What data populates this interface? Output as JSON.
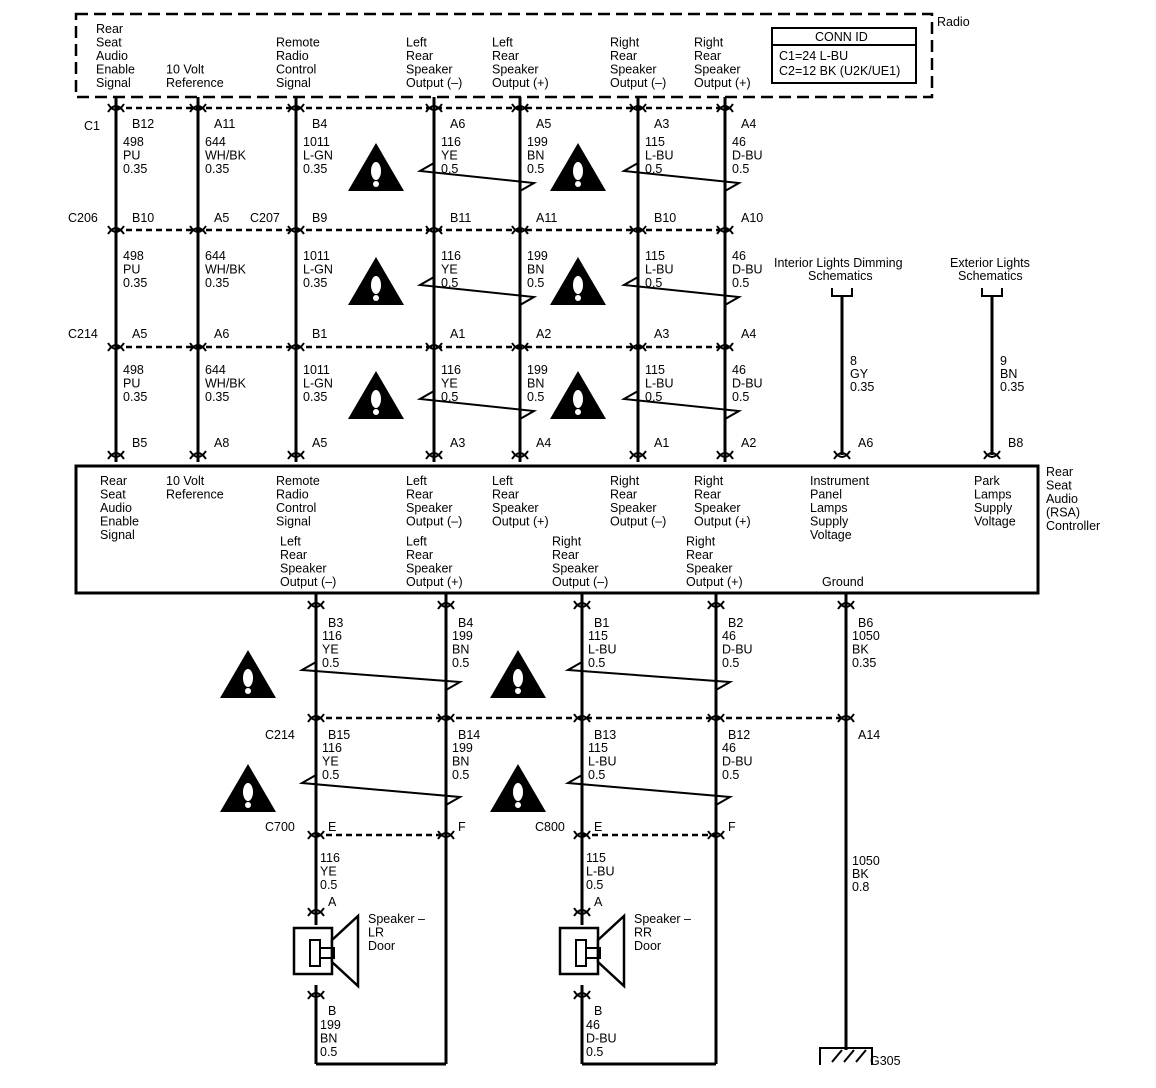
{
  "radio": {
    "name": "Radio",
    "conn_title": "CONN ID",
    "conn_c1": "C1=24 L-BU",
    "conn_c2": "C2=12 BK (U2K/UE1)",
    "labels": [
      [
        "Rear",
        "Seat",
        "Audio",
        "Enable",
        "Signal"
      ],
      [
        "10 Volt",
        "Reference"
      ],
      [
        "Remote",
        "Radio",
        "Control",
        "Signal"
      ],
      [
        "Left",
        "Rear",
        "Speaker",
        "Output (–)"
      ],
      [
        "Left",
        "Rear",
        "Speaker",
        "Output (+)"
      ],
      [
        "Right",
        "Rear",
        "Speaker",
        "Output (–)"
      ],
      [
        "Right",
        "Rear",
        "Speaker",
        "Output (+)"
      ]
    ]
  },
  "connectors": {
    "c1": "C1",
    "c206": "C206",
    "c207": "C207",
    "c214": "C214",
    "c214b": "C214",
    "c700": "C700",
    "c800": "C800"
  },
  "upper_pins": {
    "radio": [
      "B12",
      "A11",
      "B4",
      "A6",
      "A5",
      "A3",
      "A4"
    ],
    "c206": [
      "B10",
      "A5",
      "B9",
      "B11",
      "A11",
      "B10",
      "A10"
    ],
    "c214": [
      "A5",
      "A6",
      "B1",
      "A1",
      "A2",
      "A3",
      "A4"
    ],
    "rsa": [
      "B5",
      "A8",
      "A5",
      "A3",
      "A4",
      "A1",
      "A2",
      "A6",
      "B8"
    ]
  },
  "wires": [
    [
      "498",
      "PU",
      "0.35"
    ],
    [
      "644",
      "WH/BK",
      "0.35"
    ],
    [
      "1011",
      "L-GN",
      "0.35"
    ],
    [
      "116",
      "YE",
      "0.5"
    ],
    [
      "199",
      "BN",
      "0.5"
    ],
    [
      "115",
      "L-BU",
      "0.5"
    ],
    [
      "46",
      "D-BU",
      "0.5"
    ]
  ],
  "wires_seg2": [
    [
      "498",
      "PU",
      "0.35"
    ],
    [
      "644",
      "WH/BK",
      "0.35"
    ],
    [
      "1011",
      "L-GN",
      "0.35"
    ],
    [
      "116",
      "YE",
      "0.5"
    ],
    [
      "199",
      "BN",
      "0.5"
    ],
    [
      "115",
      "L-BU",
      "0.5"
    ],
    [
      "46",
      "D-BU",
      "0.5"
    ]
  ],
  "wires_seg3": [
    [
      "498",
      "PU",
      "0.35"
    ],
    [
      "644",
      "WH/BK",
      "0.35"
    ],
    [
      "1011",
      "L-GN",
      "0.35"
    ],
    [
      "116",
      "YE",
      "0.5"
    ],
    [
      "199",
      "BN",
      "0.5"
    ],
    [
      "115",
      "L-BU",
      "0.5"
    ],
    [
      "46",
      "D-BU",
      "0.5"
    ]
  ],
  "wires_seg1_alt": [
    "115",
    "115",
    "115"
  ],
  "dimming": {
    "ref": [
      "Interior Lights Dimming",
      "Schematics"
    ],
    "wire": [
      "8",
      "GY",
      "0.35"
    ]
  },
  "exterior": {
    "ref": [
      "Exterior Lights",
      "Schematics"
    ],
    "wire": [
      "9",
      "BN",
      "0.35"
    ]
  },
  "rsa": {
    "name": [
      "Rear",
      "Seat",
      "Audio",
      "(RSA)",
      "Controller"
    ],
    "top_labels": [
      [
        "Rear",
        "Seat",
        "Audio",
        "Enable",
        "Signal"
      ],
      [
        "10 Volt",
        "Reference"
      ],
      [
        "Remote",
        "Radio",
        "Control",
        "Signal"
      ],
      [
        "Left",
        "Rear",
        "Speaker",
        "Output (–)"
      ],
      [
        "Left",
        "Rear",
        "Speaker",
        "Output (+)"
      ],
      [
        "Right",
        "Rear",
        "Speaker",
        "Output (–)"
      ],
      [
        "Right",
        "Rear",
        "Speaker",
        "Output (+)"
      ],
      [
        "Instrument",
        "Panel",
        "Lamps",
        "Supply",
        "Voltage"
      ],
      [
        "Park",
        "Lamps",
        "Supply",
        "Voltage"
      ]
    ],
    "bottom_labels": [
      [
        "Left",
        "Rear",
        "Speaker",
        "Output (–)"
      ],
      [
        "Left",
        "Rear",
        "Speaker",
        "Output (+)"
      ],
      [
        "Right",
        "Rear",
        "Speaker",
        "Output (–)"
      ],
      [
        "Right",
        "Rear",
        "Speaker",
        "Output (+)"
      ],
      [
        "Ground"
      ]
    ]
  },
  "lower_pins": {
    "rsa": [
      "B3",
      "B4",
      "B1",
      "B2",
      "B6"
    ],
    "c214": [
      "B15",
      "B14",
      "B13",
      "B12",
      "A14"
    ],
    "spk": [
      "E",
      "F",
      "E",
      "F"
    ]
  },
  "lower_wires": [
    [
      "116",
      "YE",
      "0.5"
    ],
    [
      "199",
      "BN",
      "0.5"
    ],
    [
      "115",
      "L-BU",
      "0.5"
    ],
    [
      "46",
      "D-BU",
      "0.5"
    ],
    [
      "1050",
      "BK",
      "0.35"
    ]
  ],
  "lower_wires2": [
    [
      "116",
      "YE",
      "0.5"
    ],
    [
      "199",
      "BN",
      "0.5"
    ],
    [
      "115",
      "L-BU",
      "0.5"
    ],
    [
      "46",
      "D-BU",
      "0.5"
    ]
  ],
  "ground_wire": [
    "1050",
    "BK",
    "0.8"
  ],
  "ground_name": "G305",
  "speakers": {
    "lr": {
      "name": [
        "Speaker –",
        "LR",
        "Door"
      ],
      "pin_a": "A",
      "pin_b": "B",
      "wire_a": [
        "116",
        "YE",
        "0.5"
      ],
      "wire_b": [
        "199",
        "BN",
        "0.5"
      ]
    },
    "rr": {
      "name": [
        "Speaker –",
        "RR",
        "Door"
      ],
      "pin_a": "A",
      "pin_b": "B",
      "wire_a": [
        "115",
        "L-BU",
        "0.5"
      ],
      "wire_b": [
        "46",
        "D-BU",
        "0.5"
      ]
    }
  }
}
